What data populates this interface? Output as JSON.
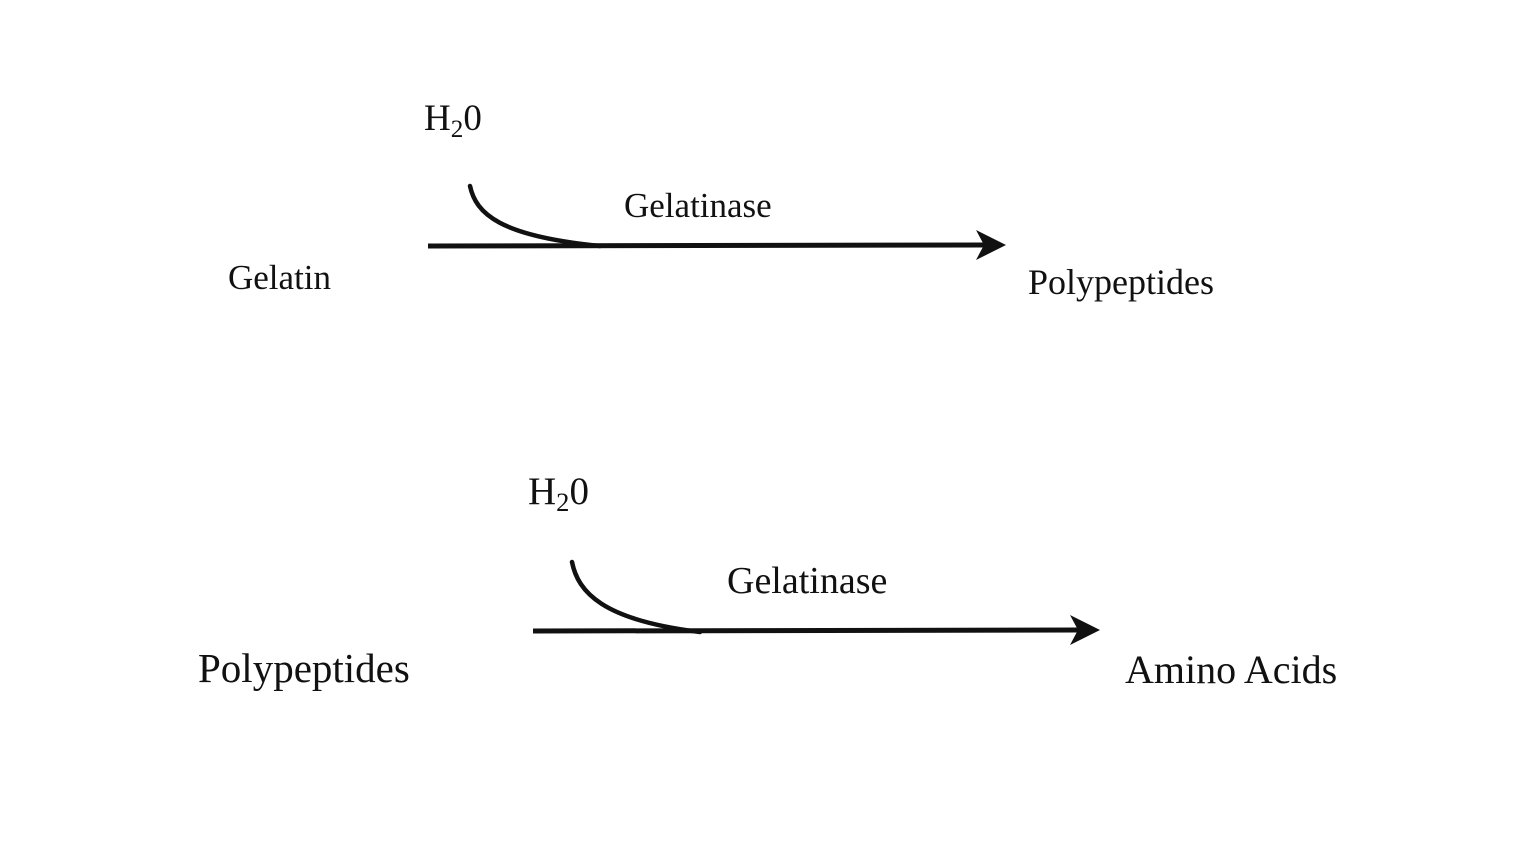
{
  "page": {
    "background_color": "#ffffff",
    "ink_color": "#111111",
    "description": "Two-step enzymatic hydrolysis diagram"
  },
  "reactions": [
    {
      "substrate": "Gelatin",
      "product": "Polypeptides",
      "enzyme": "Gelatinase",
      "water": {
        "base": "H",
        "subscript": "2",
        "oxygen": "0"
      }
    },
    {
      "substrate": "Polypeptides",
      "product": "Amino Acids",
      "enzyme": "Gelatinase",
      "water": {
        "base": "H",
        "subscript": "2",
        "oxygen": "0"
      }
    }
  ]
}
